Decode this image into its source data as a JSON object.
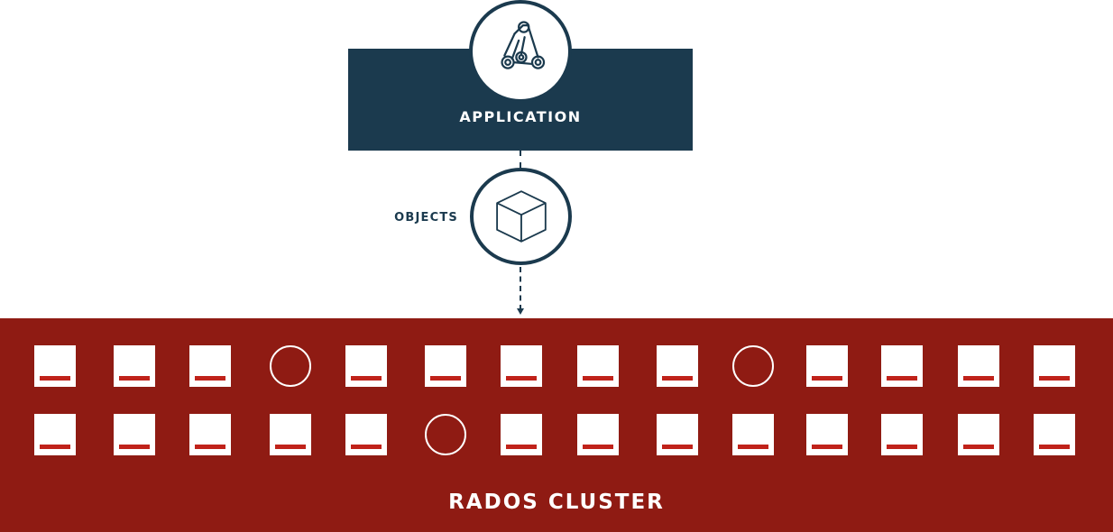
{
  "application": {
    "label": "APPLICATION",
    "icon": "pulley-icon"
  },
  "objects": {
    "label": "OBJECTS",
    "icon": "cube-icon"
  },
  "cluster": {
    "label": "RADOS CLUSTER",
    "node_icon": "storage-node",
    "ring_icon": "monitor-node",
    "row1": [
      "node",
      "node",
      "node",
      "ring",
      "node",
      "node",
      "node",
      "node",
      "node",
      "ring",
      "node",
      "node",
      "node",
      "node"
    ],
    "row2": [
      "node",
      "node",
      "node",
      "node",
      "node",
      "ring",
      "node",
      "node",
      "node",
      "node",
      "node",
      "node",
      "node",
      "node"
    ]
  },
  "colors": {
    "navy": "#1b3a4e",
    "cluster_red": "#8f1b13",
    "node_bar_red": "#c0221a",
    "white": "#ffffff"
  }
}
